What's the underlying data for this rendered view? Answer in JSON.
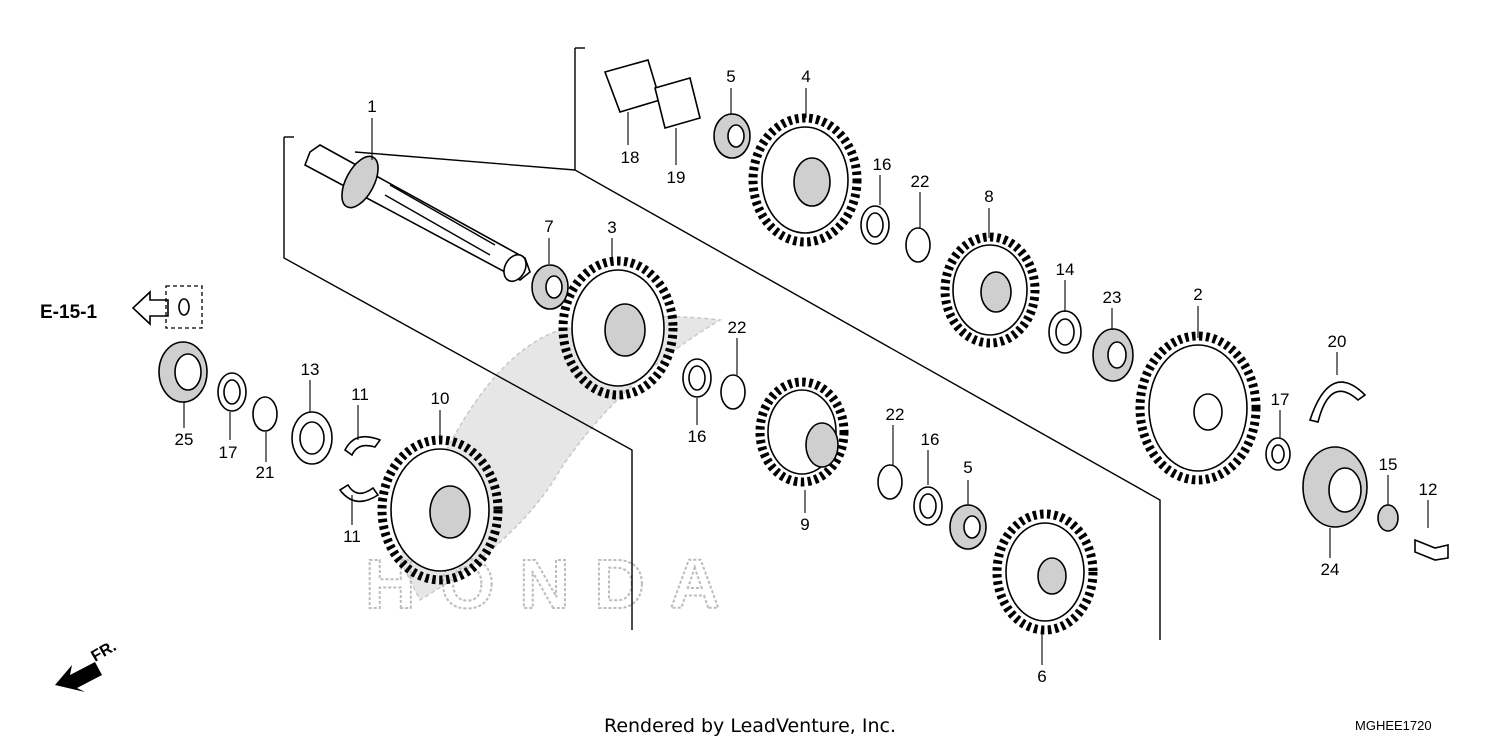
{
  "diagram": {
    "ref_label": "E-15-1",
    "direction_label": "FR.",
    "watermark": "HONDA",
    "credit": "Rendered by LeadVenture, Inc.",
    "diagram_code": "MGHEE1720",
    "callouts": [
      "1",
      "2",
      "3",
      "4",
      "5",
      "5",
      "6",
      "7",
      "8",
      "9",
      "10",
      "11",
      "11",
      "12",
      "13",
      "14",
      "15",
      "16",
      "16",
      "16",
      "17",
      "17",
      "18",
      "19",
      "20",
      "21",
      "22",
      "22",
      "22",
      "23",
      "24",
      "25"
    ]
  }
}
